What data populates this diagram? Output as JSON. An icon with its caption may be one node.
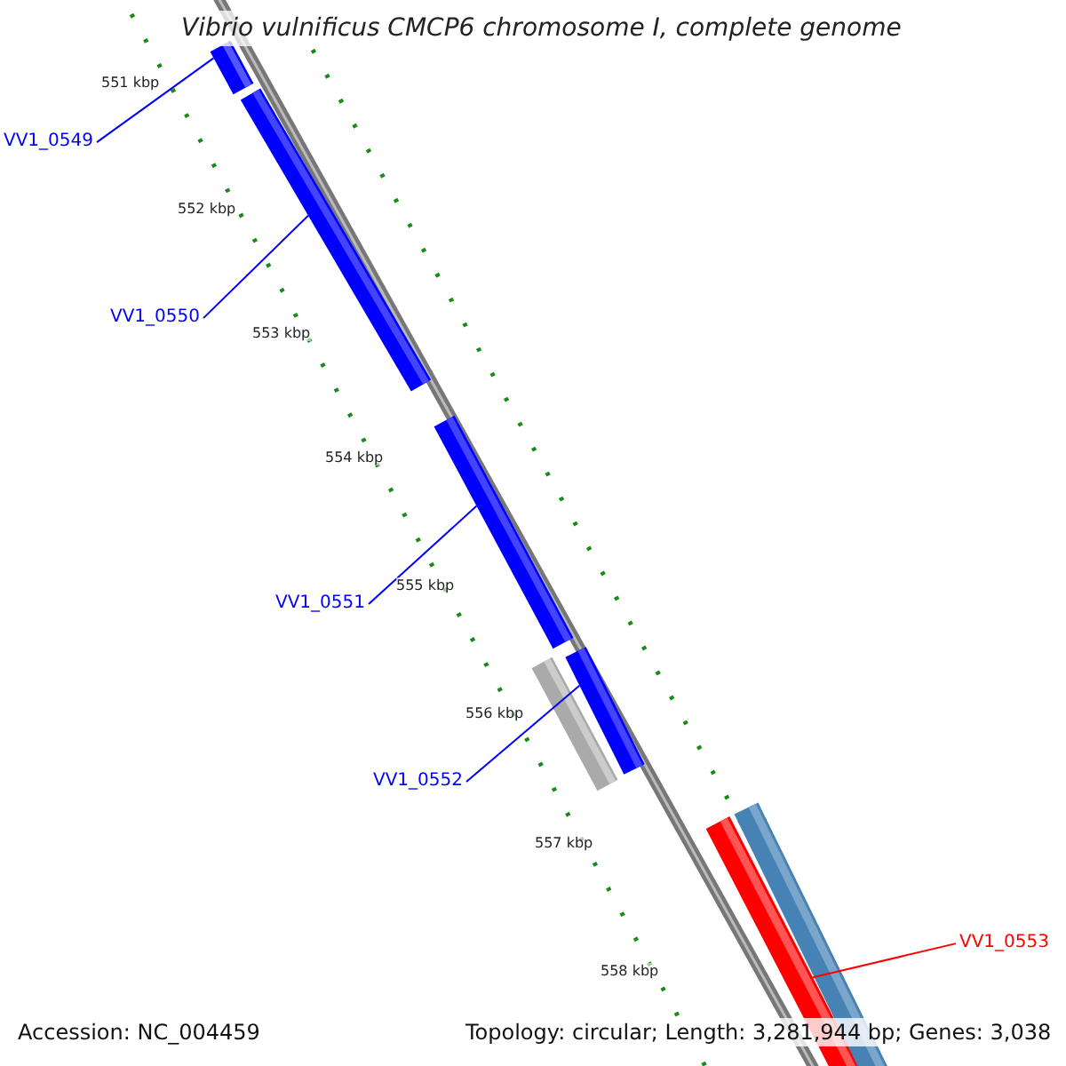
{
  "diagram": {
    "title": "Vibrio vulnificus CMCP6 chromosome I, complete genome",
    "nodes": [
      {
        "text": [
          "VV1_0549"
        ]
      },
      {
        "text": [
          "VV1_0550"
        ]
      },
      {
        "text": [
          "VV1_0551"
        ]
      },
      {
        "text": [
          "VV1_0552"
        ]
      },
      {
        "text": [
          "VV1_0553"
        ]
      },
      {
        "text": [],
        "shape": "bar"
      },
      {
        "text": [],
        "shape": "bar"
      },
      {
        "text": [],
        "shape": "bar"
      },
      {
        "text": [],
        "shape": "bar"
      },
      {
        "text": [],
        "shape": "bar"
      },
      {
        "text": [],
        "shape": "bar"
      },
      {
        "text": [],
        "shape": "bar"
      }
    ],
    "edges": [
      {
        "from": 0,
        "to": 5,
        "arrow": "none"
      },
      {
        "from": 1,
        "to": 6,
        "arrow": "none"
      },
      {
        "from": 2,
        "to": 7,
        "arrow": "none"
      },
      {
        "from": 3,
        "to": 9,
        "arrow": "none"
      },
      {
        "from": 4,
        "to": 10,
        "arrow": "none",
        "color": "#ff0000"
      }
    ],
    "labels": [
      "551 kbp",
      "552 kbp",
      "553 kbp",
      "554 kbp",
      "555 kbp",
      "556 kbp",
      "557 kbp",
      "558 kbp",
      "Accession: NC_004459",
      "Topology: circular; Length: 3,281,944 bp; Genes: 3,038"
    ]
  }
}
